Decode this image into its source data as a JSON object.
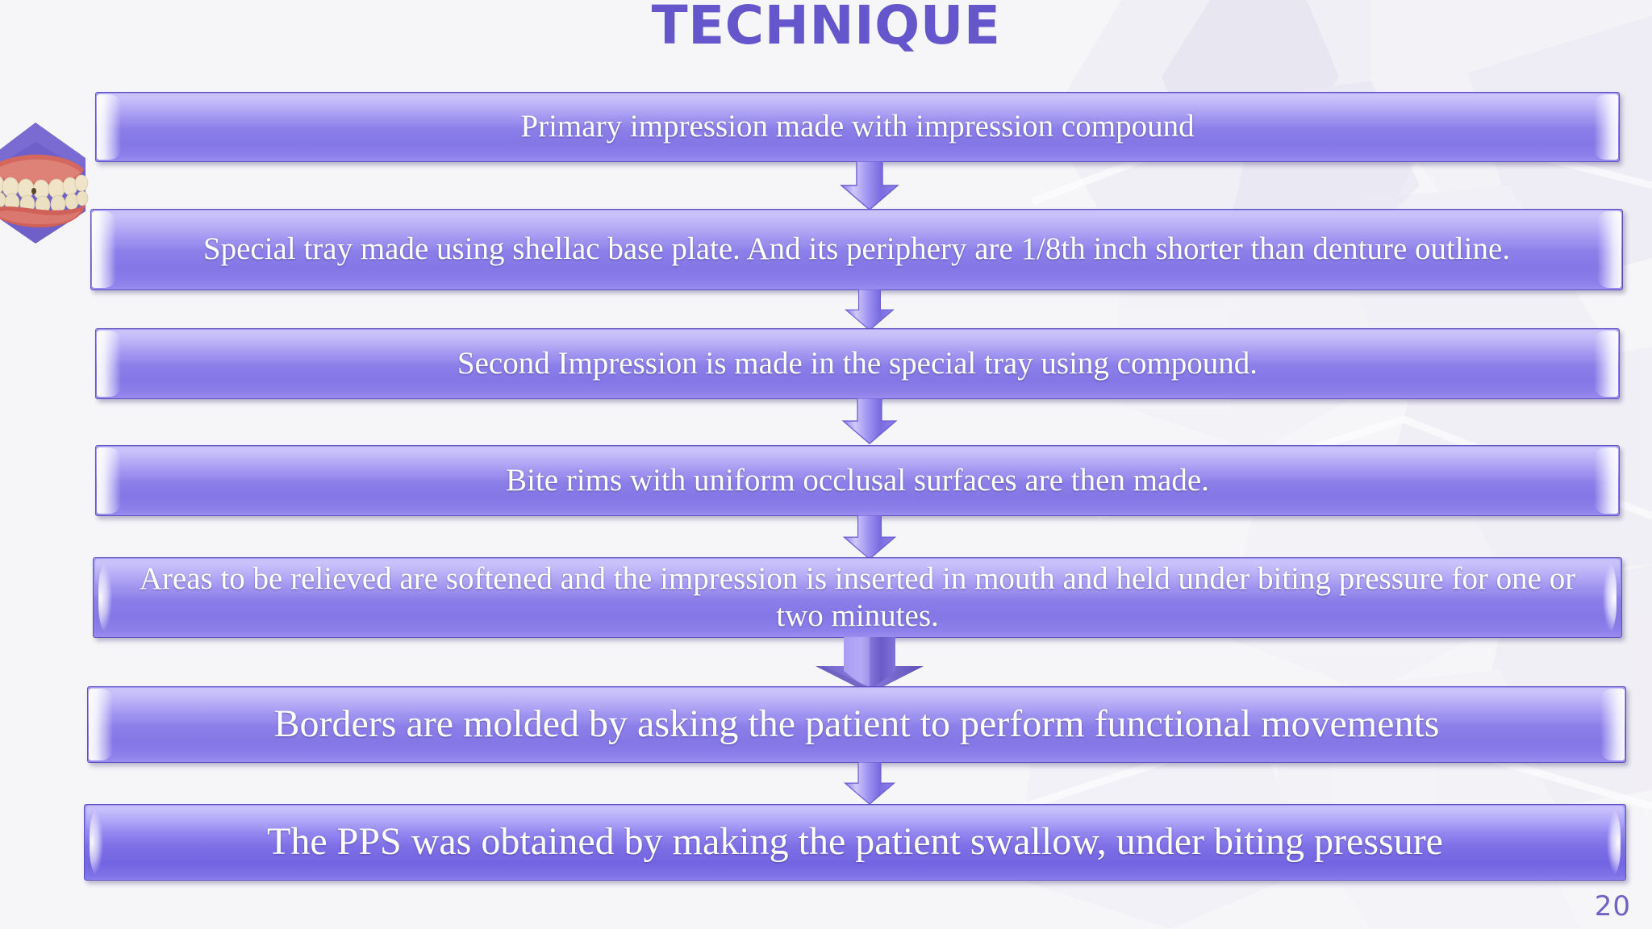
{
  "slide": {
    "title": "TECHNIQUE",
    "page_number": "20",
    "background_color": "#f6f6fa",
    "accent_color": "#6656cc",
    "box_fill_color": "#8c7fe9",
    "text_color": "#ffffff"
  },
  "decor": {
    "denture_icon": "denture-teeth-image",
    "hexagon_pattern": "hexagon-background-pattern"
  },
  "flow": {
    "arrow_icon": "down-arrow-icon",
    "emphasis_arrow_icon": "down-arrow-bold-icon",
    "steps": [
      {
        "id": 1,
        "text": "Primary impression made with impression compound"
      },
      {
        "id": 2,
        "text": "Special tray made using shellac base plate. And its periphery are 1/8th inch shorter than denture outline."
      },
      {
        "id": 3,
        "text": "Second Impression is made in the special tray using compound."
      },
      {
        "id": 4,
        "text": "Bite rims with uniform occlusal surfaces are then made."
      },
      {
        "id": 5,
        "text": "Areas to be relieved are softened and the impression is inserted in mouth and held under biting pressure for one or two minutes."
      },
      {
        "id": 6,
        "text": "Borders are molded by asking the patient to perform functional movements"
      },
      {
        "id": 7,
        "text": "The PPS was obtained by making the patient swallow, under biting pressure"
      }
    ]
  }
}
